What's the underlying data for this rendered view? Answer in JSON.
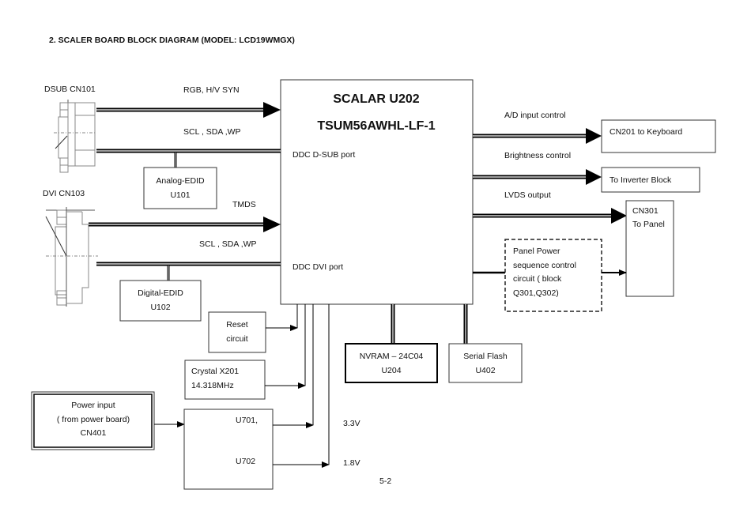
{
  "title": "2.  SCALER BOARD BLOCK DIAGRAM (MODEL: LCD19WMGX)",
  "page_number": "5-2",
  "connectors": {
    "dsub": "DSUB CN101",
    "dvi": "DVI CN103"
  },
  "signals": {
    "rgb": "RGB, H/V SYN",
    "scl_dsub": "SCL , SDA ,WP",
    "tmds": "TMDS",
    "scl_dvi": "SCL , SDA ,WP",
    "ad_input": "A/D input control",
    "brightness": "Brightness control",
    "lvds": "LVDS output",
    "v33": "3.3V",
    "v18": "1.8V"
  },
  "scaler": {
    "name": "SCALAR U202",
    "part": "TSUM56AWHL-LF-1",
    "ddc_dsub": "DDC D-SUB port",
    "ddc_dvi": "DDC DVI port"
  },
  "blocks": {
    "analog_edid": [
      "Analog-EDID",
      "U101"
    ],
    "digital_edid": [
      "Digital-EDID",
      "U102"
    ],
    "reset": [
      "Reset",
      "circuit"
    ],
    "crystal": [
      "Crystal X201",
      "14.318MHz"
    ],
    "power_input": [
      "Power input",
      "( from power board)",
      "CN401"
    ],
    "regulator": [
      "U701,",
      "U702"
    ],
    "nvram": [
      "NVRAM – 24C04",
      "U204"
    ],
    "serial_flash": [
      "Serial Flash",
      "U402"
    ],
    "keyboard": "CN201 to Keyboard",
    "inverter": "To Inverter Block",
    "panel": [
      "CN301",
      "To Panel"
    ],
    "panel_power": [
      "Panel Power",
      "sequence control",
      "circuit ( block",
      "Q301,Q302)"
    ]
  }
}
